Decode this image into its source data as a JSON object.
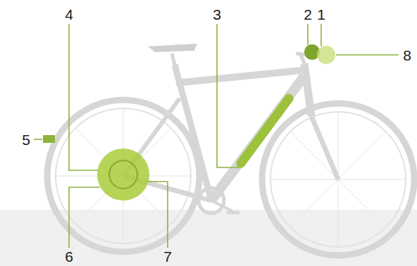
{
  "diagram": {
    "labels": [
      "4",
      "3",
      "2",
      "1",
      "8",
      "5",
      "6",
      "7"
    ]
  }
}
